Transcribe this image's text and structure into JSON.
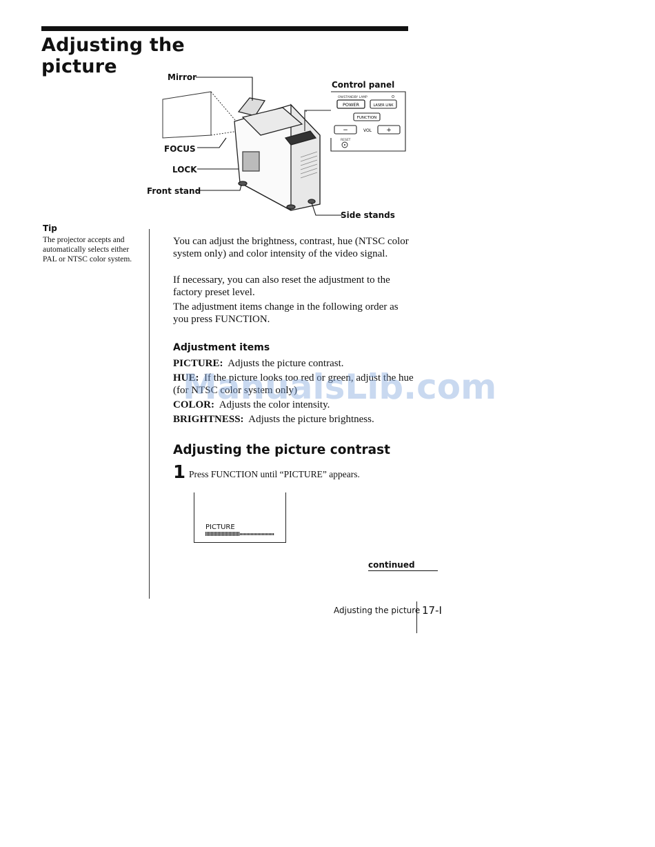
{
  "page": {
    "title": "Adjusting the picture",
    "title_lines": [
      "Adjusting the",
      "picture"
    ]
  },
  "figure": {
    "labels": {
      "mirror": "Mirror",
      "control_panel": "Control panel",
      "focus": "FOCUS",
      "lock": "LOCK",
      "front_stand": "Front stand",
      "side_stands": "Side stands"
    },
    "control_panel": {
      "power": "POWER",
      "laser_link": "LASER LINK",
      "function": "FUNCTION",
      "vol": "VOL",
      "minus": "−",
      "plus": "+",
      "reset": "RESET",
      "indicators": "ON/STANDBY  LAMP"
    }
  },
  "tip": {
    "heading": "Tip",
    "body": "The projector accepts and automatically selects either PAL or NTSC color system."
  },
  "intro": [
    "You can adjust the brightness, contrast, hue (NTSC color system only) and color intensity of the video signal.",
    "If necessary, you can also reset the adjustment to the factory preset level.",
    "The adjustment items change in the following order as you press FUNCTION."
  ],
  "adjustment": {
    "heading": "Adjustment items",
    "items": [
      {
        "term": "PICTURE:",
        "desc": "Adjusts the picture contrast."
      },
      {
        "term": "HUE:",
        "desc": "If the picture looks too red or green, adjust the hue (for NTSC color system only)"
      },
      {
        "term": "COLOR:",
        "desc": "Adjusts the color intensity."
      },
      {
        "term": "BRIGHTNESS:",
        "desc": "Adjusts the picture brightness."
      }
    ]
  },
  "section": {
    "heading": "Adjusting the picture contrast",
    "step_number": "1",
    "step_text": "Press FUNCTION until “PICTURE” appears.",
    "screen_label": "PICTURE",
    "screen_level": 0.5
  },
  "continued": "continued",
  "footer": {
    "section": "Adjusting the picture",
    "page": "17-I"
  },
  "watermark": "ManualsLib.com"
}
